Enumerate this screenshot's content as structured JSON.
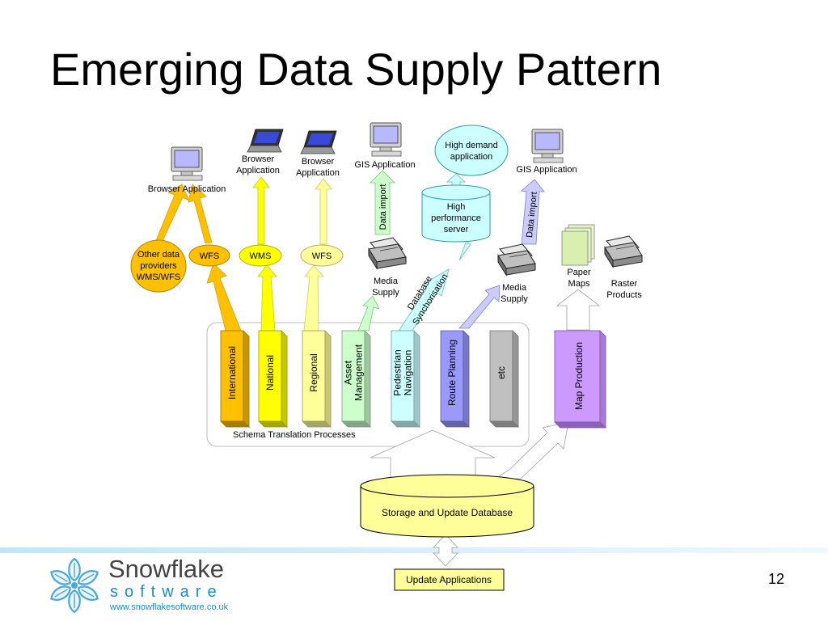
{
  "slide": {
    "title": "Emerging Data Supply Pattern",
    "page_number": "12"
  },
  "logo": {
    "name": "Snowflake",
    "tagline": "software",
    "url": "www.snowflakesoftware.co.uk"
  },
  "diagram": {
    "clients": {
      "browser_application_left": "Browser Application",
      "browser_application_1": [
        "Browser",
        "Application"
      ],
      "browser_application_2": [
        "Browser",
        "Application"
      ],
      "gis_application_1": "GIS Application",
      "gis_application_2": "GIS Application"
    },
    "services": {
      "other_providers": [
        "Other data",
        "providers",
        "WMS/WFS"
      ],
      "wfs_1": "WFS",
      "wms": "WMS",
      "wfs_2": "WFS"
    },
    "high_demand": [
      "High demand",
      "application"
    ],
    "high_performance": [
      "High",
      "performance",
      "server"
    ],
    "arrow_labels": {
      "data_import_1": "Data import",
      "data_import_2": "Data import",
      "database_sync": [
        "Database",
        "Synchorisation"
      ]
    },
    "media_supply_1": [
      "Media",
      "Supply"
    ],
    "media_supply_2": [
      "Media",
      "Supply"
    ],
    "paper_maps": [
      "Paper",
      "Maps"
    ],
    "raster_products": [
      "Raster",
      "Products"
    ],
    "processes": [
      {
        "lines": [
          "International"
        ],
        "color": "#ffc000"
      },
      {
        "lines": [
          "National"
        ],
        "color": "#ffff00"
      },
      {
        "lines": [
          "Regional"
        ],
        "color": "#ffff99"
      },
      {
        "lines": [
          "Asset",
          "Management"
        ],
        "color": "#ccffcc"
      },
      {
        "lines": [
          "Pedestrian",
          "Navigation"
        ],
        "color": "#ccffff"
      },
      {
        "lines": [
          "Route Planning"
        ],
        "color": "#9999ff"
      },
      {
        "lines": [
          "etc"
        ],
        "color": "#c0c0c0"
      }
    ],
    "map_production": {
      "label": "Map Production",
      "color": "#cc99ff"
    },
    "schema_translation": "Schema Translation Processes",
    "storage_database": "Storage and Update Database",
    "update_applications": "Update Applications"
  }
}
